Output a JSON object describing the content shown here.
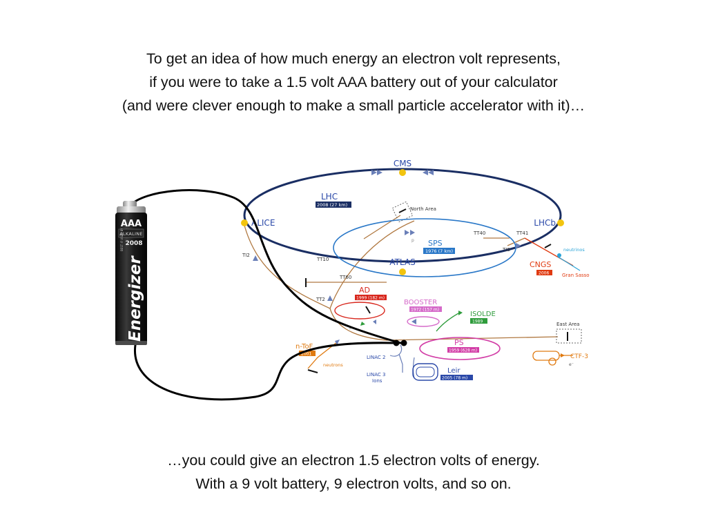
{
  "top_caption": [
    "To get an idea of how much energy an electron volt represents,",
    "if you were to take a 1.5 volt AAA battery out of your calculator",
    "(and were clever enough to make a small particle accelerator with it)…"
  ],
  "bottom_caption": [
    "…you could give an electron 1.5 electron volts of energy.",
    "With a 9 volt battery, 9 electron volts, and so on."
  ],
  "battery": {
    "size": "AAA",
    "type": "ALKALINE",
    "year": "2008",
    "brand": "Energizer",
    "best_if_used_by": "BEST IF USED BY"
  },
  "accelerators": {
    "lhc": {
      "name": "LHC",
      "info": "2008 (27 km)"
    },
    "sps": {
      "name": "SPS",
      "info": "1976 (7 km)"
    },
    "ad": {
      "name": "AD",
      "info": "1999 (182 m)"
    },
    "booster": {
      "name": "BOOSTER",
      "info": "1972 (157 m)"
    },
    "isolde": {
      "name": "ISOLDE",
      "info": "1989"
    },
    "ps": {
      "name": "PS",
      "info": "1959 (628 m)"
    },
    "ntof": {
      "name": "n-ToF",
      "info": "2001"
    },
    "cngs": {
      "name": "CNGS",
      "info": "2006"
    },
    "leir": {
      "name": "Leir",
      "info": "2005 (78 m)"
    }
  },
  "experiments": {
    "cms": "CMS",
    "alice": "ALICE",
    "lhcb": "LHCb",
    "atlas": "ATLAS"
  },
  "labels": {
    "north_area": "North Area",
    "east_area": "East Area",
    "gran_sasso": "Gran Sasso",
    "neutrinos": "neutrinos",
    "neutrons": "neutrons",
    "tt40": "TT40",
    "tt41": "TT41",
    "ti8": "TI8",
    "ti2": "TI2",
    "tt10": "TT10",
    "tt60": "TT60",
    "tt2": "TT2",
    "linac2": "LINAC 2",
    "linac3": "LINAC 3",
    "ions": "Ions",
    "ctf3": "CTF-3",
    "electron": "e⁻",
    "p": "p"
  },
  "colors": {
    "lhc": "#1a2e63",
    "sps": "#2a78c8",
    "ps": "#d23da6",
    "booster": "#d56ac9",
    "ad": "#d8261c",
    "isolde": "#2f9c3c",
    "ntof": "#e07a10",
    "cngs": "#e03a10",
    "leir": "#2a48a8",
    "transfer": "#b07840",
    "wire": "#000000"
  }
}
